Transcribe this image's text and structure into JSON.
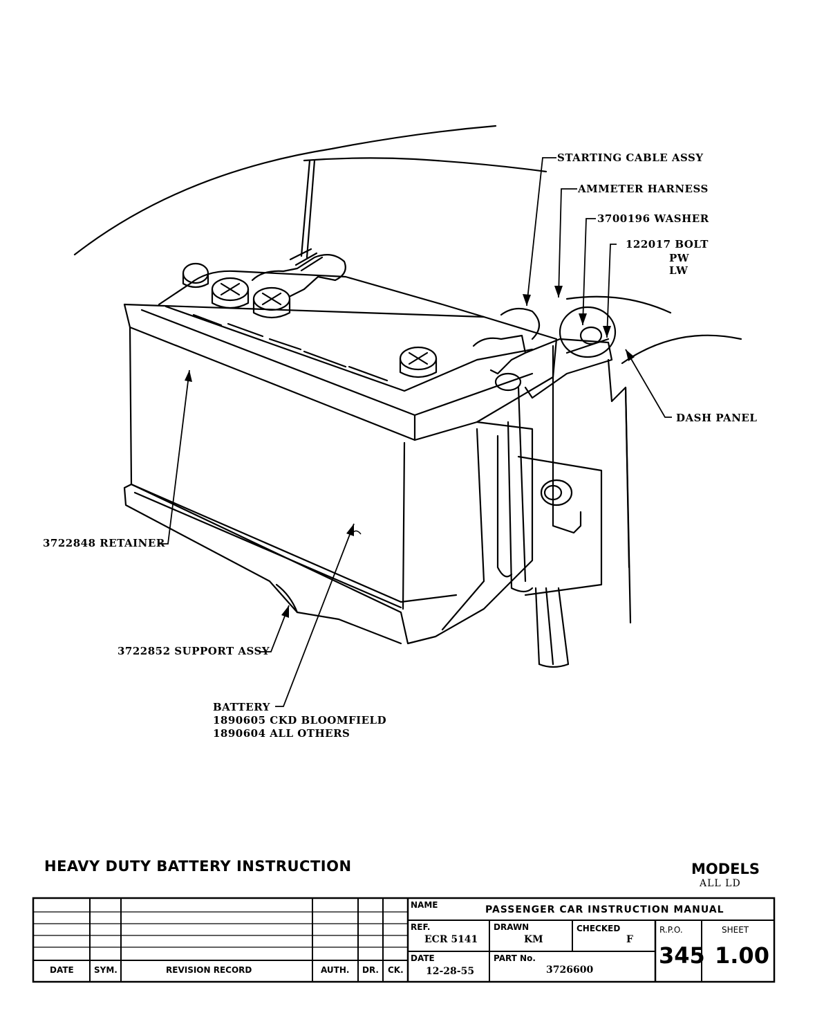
{
  "diagram": {
    "callouts": {
      "starting_cable": "STARTING CABLE ASSY",
      "ammeter_harness": "AMMETER HARNESS",
      "washer": "3700196 WASHER",
      "bolt": "122017 BOLT",
      "bolt_pw": "PW",
      "bolt_lw": "LW",
      "dash_panel": "DASH PANEL",
      "retainer": "3722848 RETAINER",
      "support_assy": "3722852 SUPPORT ASSY",
      "battery": "BATTERY",
      "battery_ckd": "1890605 CKD BLOOMFIELD",
      "battery_others": "1890604 ALL OTHERS"
    }
  },
  "title": {
    "main": "HEAVY DUTY BATTERY INSTRUCTION",
    "models_label": "MODELS",
    "models_value": "ALL LD"
  },
  "title_block": {
    "revision_headers": [
      "DATE",
      "SYM.",
      "REVISION RECORD",
      "AUTH.",
      "DR.",
      "CK."
    ],
    "name_label": "NAME",
    "name_value": "PASSENGER CAR INSTRUCTION MANUAL",
    "ref_label": "REF.",
    "ref_value": "ECR 5141",
    "drawn_label": "DRAWN",
    "drawn_value": "KM",
    "checked_label": "CHECKED",
    "checked_value": "F",
    "rpo_label": "R.P.O.",
    "rpo_value": "345",
    "sheet_label": "SHEET",
    "sheet_value": "1.00",
    "date_label": "DATE",
    "date_value": "12-28-55",
    "part_label": "PART No.",
    "part_value": "3726600"
  }
}
